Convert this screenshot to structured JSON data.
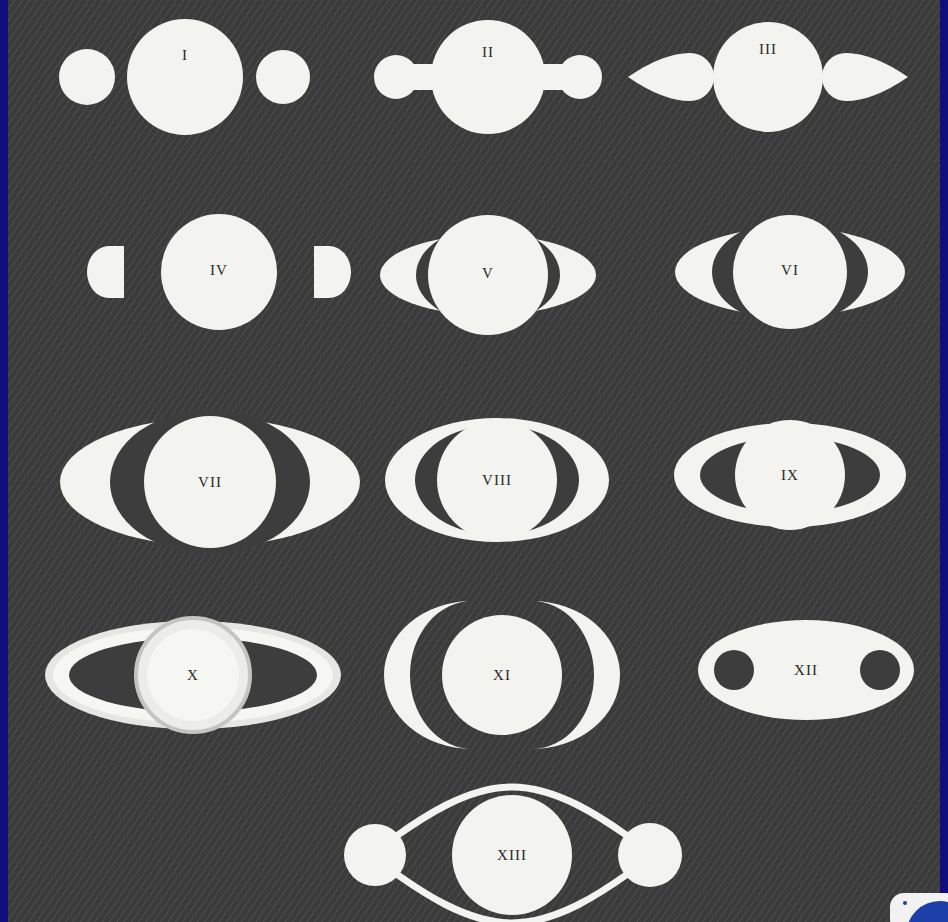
{
  "diagram": {
    "nodes": [
      {
        "text": [
          "I"
        ]
      },
      {
        "text": [
          "II"
        ]
      },
      {
        "text": [
          "III"
        ]
      },
      {
        "text": [
          "IV"
        ]
      },
      {
        "text": [
          "V"
        ]
      },
      {
        "text": [
          "VI"
        ]
      },
      {
        "text": [
          "VII"
        ]
      },
      {
        "text": [
          "VIII"
        ]
      },
      {
        "text": [
          "IX"
        ]
      },
      {
        "text": [
          "X"
        ]
      },
      {
        "text": [
          "XI"
        ]
      },
      {
        "text": [
          "XII"
        ]
      },
      {
        "text": [
          "XIII"
        ]
      }
    ]
  }
}
